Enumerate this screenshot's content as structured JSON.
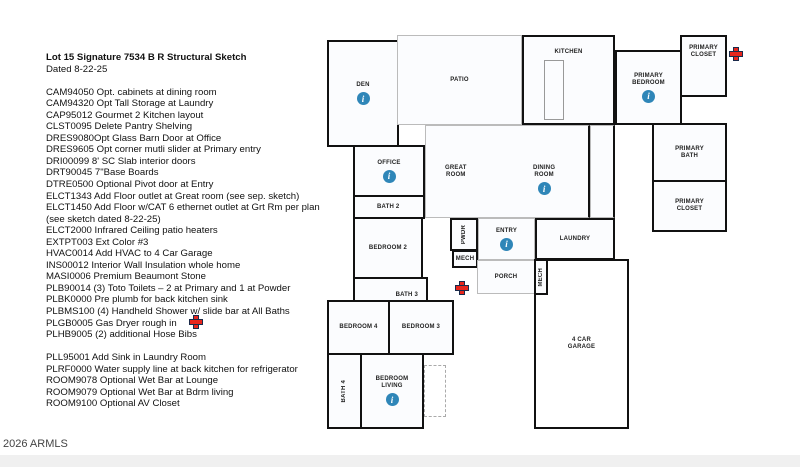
{
  "notes": {
    "title": "Lot 15  Signature 7534 B R Structural Sketch",
    "dated": "Dated 8-22-25",
    "items_group1": [
      "CAM94050 Opt. cabinets at dining room",
      "CAM94320  Opt Tall Storage at Laundry",
      "CAP95012 Gourmet 2 Kitchen layout",
      "CLST0095 Delete Pantry Shelving",
      "DRES9080Opt Glass Barn Door at Office",
      "DRES9605 Opt corner mutli slider at Primary entry",
      "DRI00099  8' SC Slab interior doors",
      "DRT90045  7\"Base Boards",
      "DTRE0500 Optional Pivot door at Entry",
      "ELCT1343  Add Floor outlet at Great room (see sep. sketch)",
      "ELCT1450 Add Floor w/CAT 6 ethernet outlet at Grt Rm per plan",
      "(see sketch dated 8-22-25)",
      "ELCT2000 Infrared Ceiling patio heaters",
      "EXTPT003  Ext Color #3",
      "HVAC0014 Add HVAC to 4 Car Garage",
      "INS00012 Interior Wall Insulation whole home",
      "MASI0006  Premium Beaumont Stone",
      "PLB90014 (3) Toto Toilets – 2 at Primary and 1 at Powder",
      "PLBK0000 Pre plumb for back kitchen sink",
      "PLBMS100 (4) Handheld Shower w/ slide bar at All Baths",
      "PLGB0005 Gas Dryer rough in",
      "PLHB9005  (2) additional Hose Bibs"
    ],
    "items_group2": [
      "PLL95001 Add Sink in Laundry Room",
      "PLRF0000 Water supply line at  back kitchen for refrigerator",
      "ROOM9078 Optional Wet Bar at Lounge",
      "ROOM9079  Optional Wet Bar at Bdrm living",
      "ROOM9100 Optional AV Closet"
    ]
  },
  "plan": {
    "rooms": {
      "den": "DEN",
      "patio": "PATIO",
      "kitchen": "KITCHEN",
      "primary_bedroom": "PRIMARY\nBEDROOM",
      "primary_closet_top": "PRIMARY\nCLOSET",
      "primary_bath": "PRIMARY\nBATH",
      "primary_closet_bottom": "PRIMARY\nCLOSET",
      "office": "OFFICE",
      "great_room": "GREAT\nROOM",
      "dining_room": "DINING\nROOM",
      "bath2": "BATH 2",
      "bedroom2": "BEDROOM 2",
      "pwdr": "PWDR",
      "entry": "ENTRY",
      "laundry": "LAUNDRY",
      "mech1": "MECH",
      "porch": "PORCH",
      "mech2": "MECH",
      "garage": "4 CAR\nGARAGE",
      "bath3": "BATH 3",
      "bedroom4": "BEDROOM 4",
      "bedroom3": "BEDROOM 3",
      "bath4": "BATH 4",
      "bedroom_living": "BEDROOM\nLIVING"
    },
    "info_glyph": "i",
    "marker_icon": "red-cross-marker",
    "marker_color": "#e8261c",
    "info_color": "#2f86b8"
  },
  "footer": {
    "copyright": "2026 ARMLS"
  }
}
